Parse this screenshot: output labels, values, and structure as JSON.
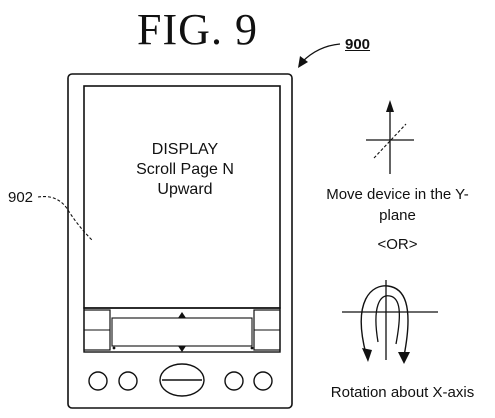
{
  "figure": {
    "title": "FIG. 9"
  },
  "device": {
    "ref_device": "900",
    "ref_display": "902",
    "display_lines": [
      "DISPLAY",
      "Scroll Page N",
      "Upward"
    ]
  },
  "motion": {
    "move_line1": "Move device in the Y-",
    "move_line2": "plane",
    "or_label": "<OR>",
    "rotation_label": "Rotation about X-axis"
  }
}
